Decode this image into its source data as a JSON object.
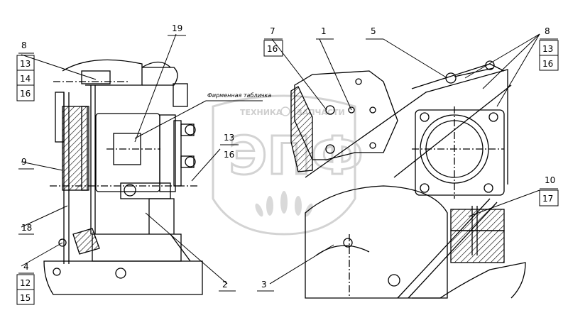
{
  "title": "Part assembly drawing",
  "watermark": {
    "line1": "ТЕХНИКА",
    "line2": "ЗАПЧАСТИ",
    "logo": "ЭПФ",
    "color": "#c9c9c9"
  },
  "caption": "Фирменная табличка",
  "colors": {
    "ink": "#000000",
    "hatch": "#000000",
    "background": "#ffffff"
  },
  "callouts": {
    "c1": "1",
    "c2": "2",
    "c3": "3",
    "c4": "4",
    "c5": "5",
    "c7": "7",
    "c8a": "8",
    "c8b": "8",
    "c9": "9",
    "c10": "10",
    "c12": "12",
    "c13a": "13",
    "c13b": "13",
    "c13c": "13",
    "c14": "14",
    "c15": "15",
    "c16a": "16",
    "c16b": "16",
    "c16c": "16",
    "c16d": "16",
    "c17": "17",
    "c18": "18",
    "c19": "19"
  }
}
